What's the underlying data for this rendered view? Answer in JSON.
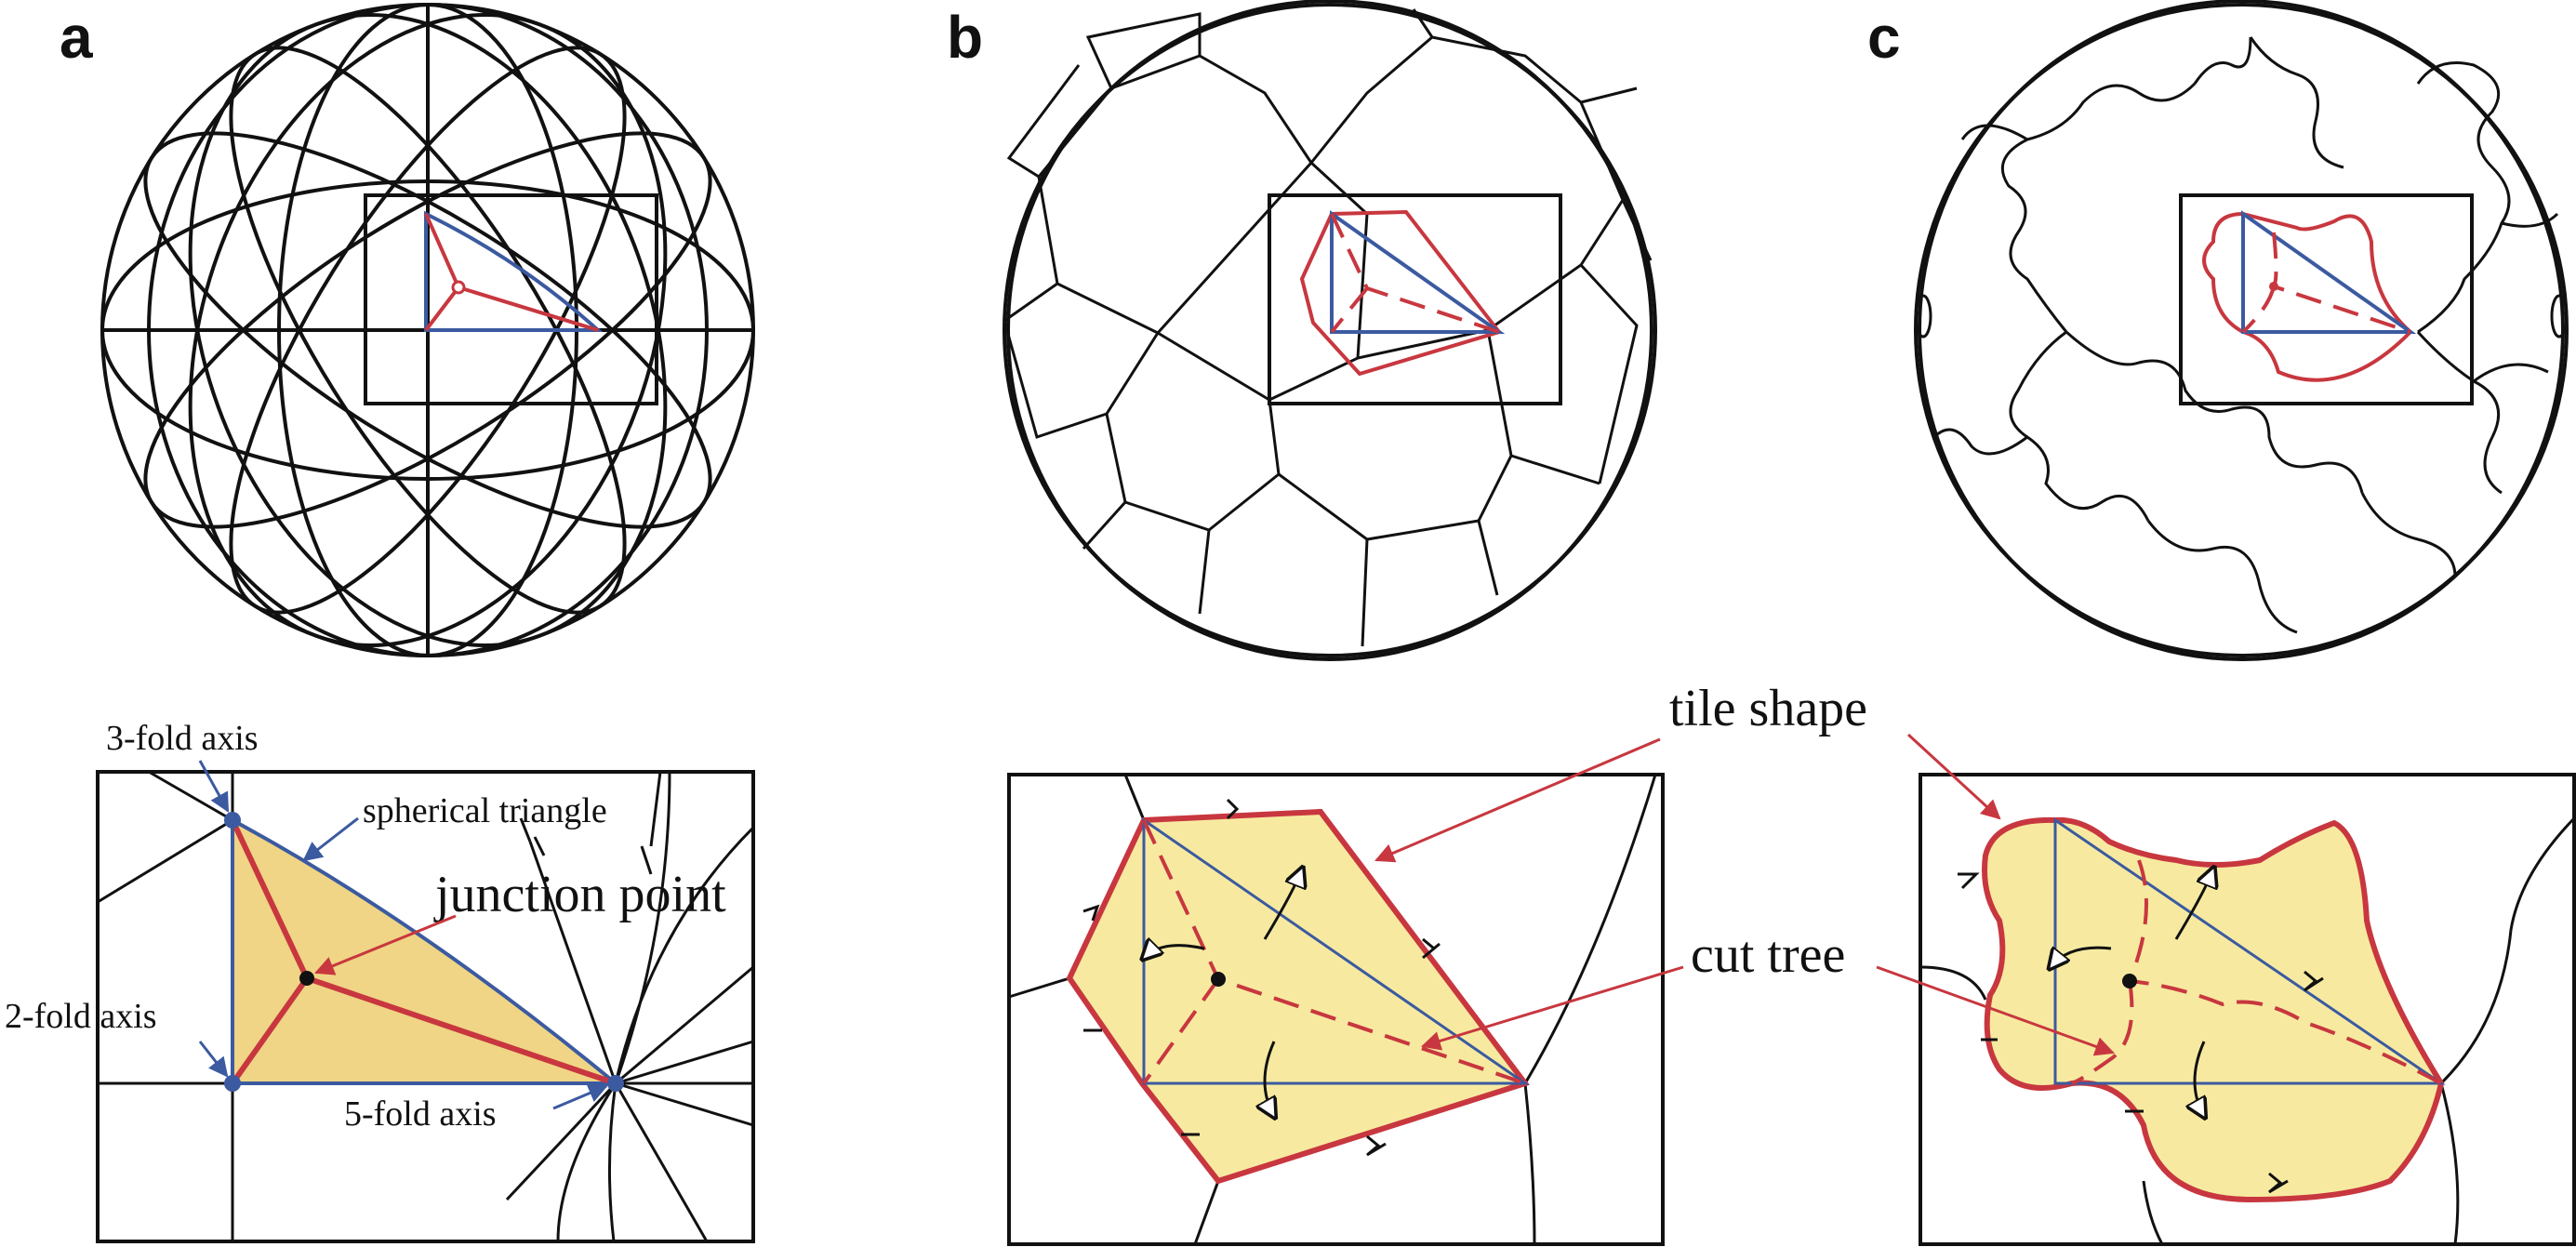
{
  "panels": {
    "a": {
      "letter": "a"
    },
    "b": {
      "letter": "b"
    },
    "c": {
      "letter": "c"
    }
  },
  "annotations": {
    "three_fold_axis": "3-fold axis",
    "two_fold_axis": "2-fold axis",
    "five_fold_axis": "5-fold axis",
    "spherical_triangle": "spherical triangle",
    "junction_point": "junction point",
    "tile_shape": "tile shape",
    "cut_tree": "cut tree"
  },
  "colors": {
    "outline": "#111111",
    "cut_red": "#c8373f",
    "triangle_blue": "#3b5aa0",
    "tile_yellow": "#f7eaa0",
    "triangle_fill": "#efd585"
  }
}
